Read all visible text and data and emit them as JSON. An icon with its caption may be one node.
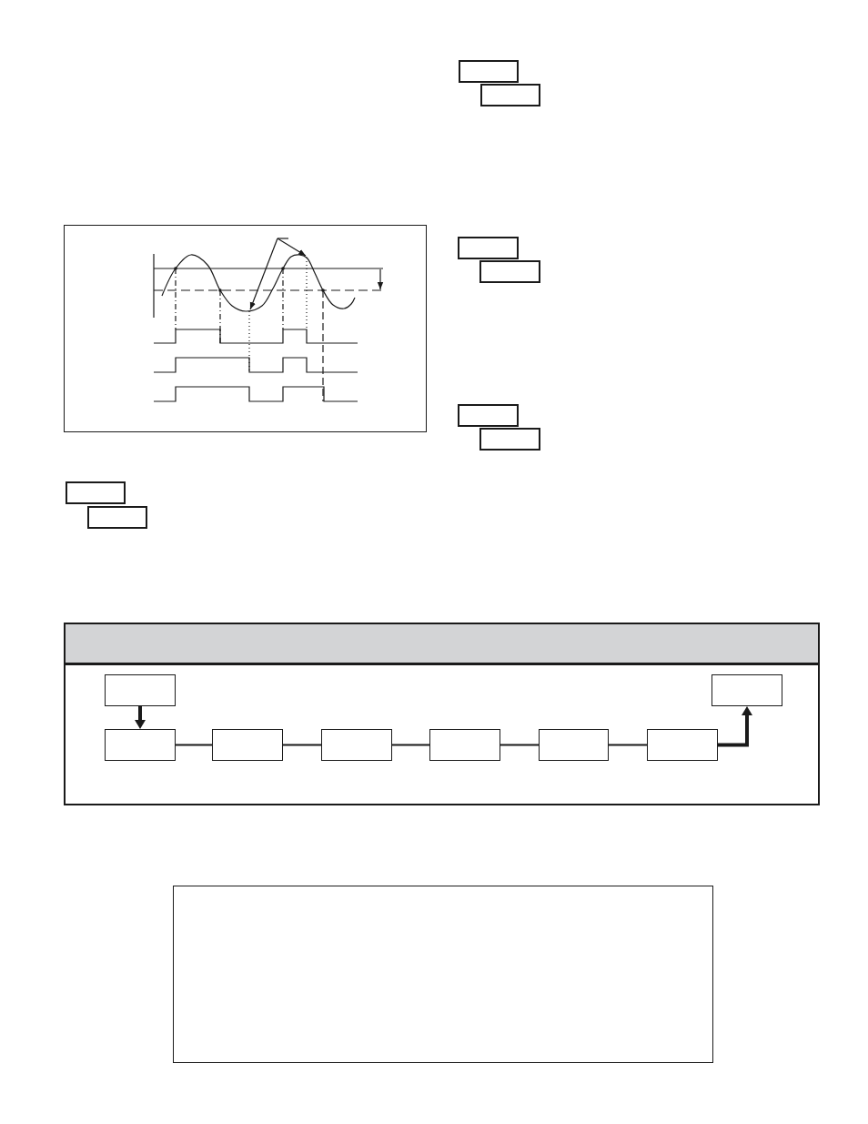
{
  "diagram": {
    "nodes": [
      {
        "text": [],
        "shape": "box"
      },
      {
        "text": [],
        "shape": "box"
      },
      {
        "text": [],
        "shape": "picture"
      },
      {
        "text": [],
        "shape": "box"
      },
      {
        "text": [],
        "shape": "box"
      },
      {
        "text": [],
        "shape": "box"
      },
      {
        "text": [],
        "shape": "box"
      },
      {
        "text": [],
        "shape": "box"
      },
      {
        "text": [],
        "shape": "box"
      },
      {
        "text": [],
        "shape": "box"
      },
      {
        "text": [],
        "shape": "box",
        "in": 9
      },
      {
        "text": [],
        "shape": "box",
        "in": 9
      },
      {
        "text": [],
        "shape": "box",
        "in": 9
      },
      {
        "text": [],
        "shape": "box",
        "in": 9
      },
      {
        "text": [],
        "shape": "box",
        "in": 9
      },
      {
        "text": [],
        "shape": "box",
        "in": 9
      },
      {
        "text": [],
        "shape": "box",
        "in": 9
      },
      {
        "text": [],
        "shape": "box",
        "in": 9
      },
      {
        "text": [],
        "shape": "box"
      }
    ],
    "edges": [
      {
        "from": 10,
        "to": 11,
        "arrow": "to",
        "style": "thick"
      },
      {
        "from": 11,
        "to": 12,
        "arrow": "none"
      },
      {
        "from": 12,
        "to": 13,
        "arrow": "none"
      },
      {
        "from": 13,
        "to": 14,
        "arrow": "none"
      },
      {
        "from": 14,
        "to": 15,
        "arrow": "none"
      },
      {
        "from": 15,
        "to": 16,
        "arrow": "none"
      },
      {
        "from": 16,
        "to": 17,
        "arrow": "to",
        "style": "thick"
      }
    ]
  }
}
